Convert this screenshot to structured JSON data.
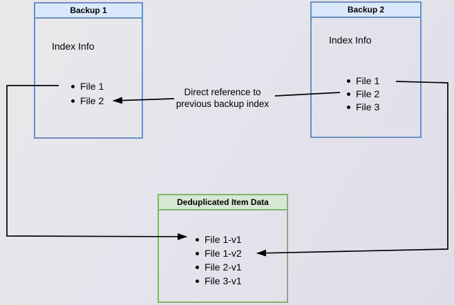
{
  "diagram": {
    "boxes": {
      "backup1": {
        "title": "Backup 1",
        "section_label": "Index Info",
        "items": [
          "File 1",
          "File 2"
        ]
      },
      "backup2": {
        "title": "Backup 2",
        "section_label": "Index Info",
        "items": [
          "File 1",
          "File 2",
          "File 3"
        ]
      },
      "dedup": {
        "title": "Deduplicated Item Data",
        "items": [
          "File 1-v1",
          "File 1-v2",
          "File 2-v1",
          "File 3-v1"
        ]
      }
    },
    "annotations": {
      "direct_reference": {
        "label": "Direct reference to previous backup index",
        "lines": [
          "Direct reference to",
          "previous backup index"
        ]
      }
    },
    "colors": {
      "blue_box_fill": "#dae8fc",
      "blue_box_border": "#6c8ebf",
      "green_box_fill": "#d5e8d4",
      "green_box_border": "#82b366",
      "arrow": "#000000",
      "text": "#000000"
    }
  }
}
